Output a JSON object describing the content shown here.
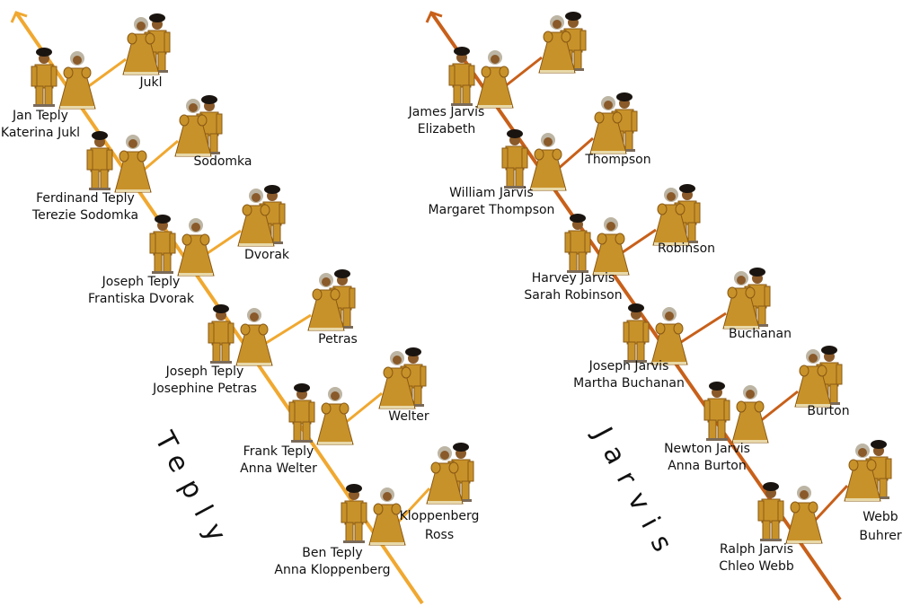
{
  "families": [
    {
      "surname": "Teply",
      "line_color": "#f0a830",
      "couples": [
        {
          "husband": "Jan Teply",
          "wife": "Katerina Jukl",
          "wife_family": [
            "Jukl"
          ]
        },
        {
          "husband": "Ferdinand Teply",
          "wife": "Terezie Sodomka",
          "wife_family": [
            "Sodomka"
          ]
        },
        {
          "husband": "Joseph Teply",
          "wife": "Frantiska Dvorak",
          "wife_family": [
            "Dvorak"
          ]
        },
        {
          "husband": "Joseph Teply",
          "wife": "Josephine Petras",
          "wife_family": [
            "Petras"
          ]
        },
        {
          "husband": "Frank Teply",
          "wife": "Anna Welter",
          "wife_family": [
            "Welter"
          ]
        },
        {
          "husband": "Ben Teply",
          "wife": "Anna Kloppenberg",
          "wife_family": [
            "Kloppenberg",
            "Ross"
          ]
        }
      ]
    },
    {
      "surname": "Jarvis",
      "line_color": "#c8601a",
      "couples": [
        {
          "husband": "James Jarvis",
          "wife": "Elizabeth",
          "wife_family": []
        },
        {
          "husband": "William Jarvis",
          "wife": "Margaret Thompson",
          "wife_family": [
            "Thompson"
          ]
        },
        {
          "husband": "Harvey Jarvis",
          "wife": "Sarah Robinson",
          "wife_family": [
            "Robinson"
          ]
        },
        {
          "husband": "Joseph Jarvis",
          "wife": "Martha Buchanan",
          "wife_family": [
            "Buchanan"
          ]
        },
        {
          "husband": "Newton Jarvis",
          "wife": "Anna Burton",
          "wife_family": [
            "Burton"
          ]
        },
        {
          "husband": "Ralph Jarvis",
          "wife": "Chleo Webb",
          "wife_family": [
            "Webb",
            "Buhrer"
          ]
        }
      ]
    }
  ]
}
